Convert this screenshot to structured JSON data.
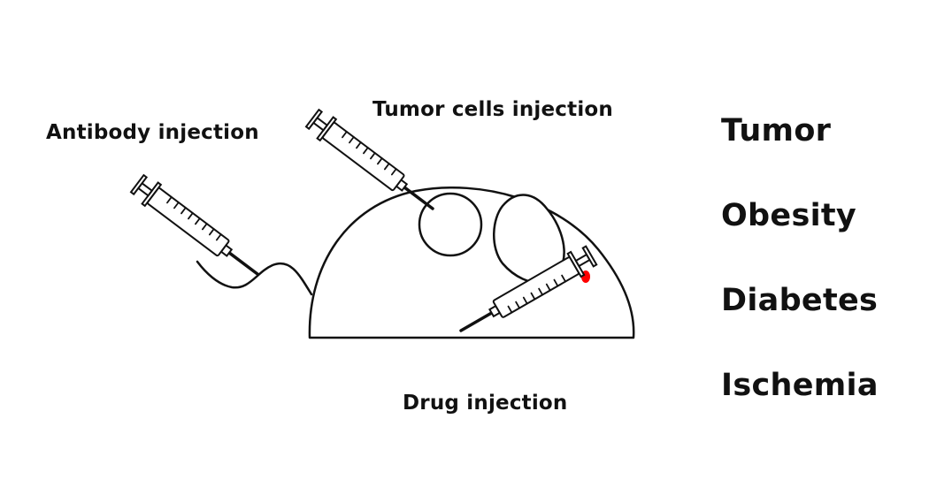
{
  "labels": {
    "antibody_injection": "Antibody injection",
    "tumor_cells_injection": "Tumor cells injection",
    "drug_injection": "Drug injection"
  },
  "conditions": [
    "Tumor",
    "Obesity",
    "Diabetes",
    "Ischemia"
  ],
  "colors": {
    "outline": "#111111",
    "eye": "#ff0000",
    "background": "#ffffff"
  },
  "icons": [
    "mouse-icon",
    "syringe-icon"
  ]
}
